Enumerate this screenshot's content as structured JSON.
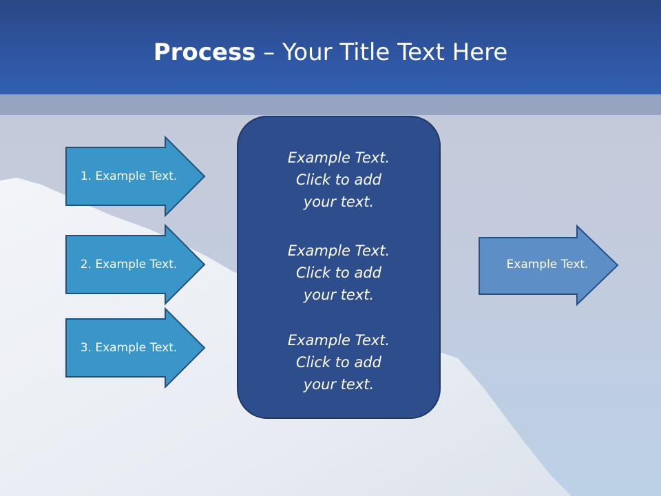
{
  "slide": {
    "title_bold": "Process",
    "title_rest": " – Your Title Text Here",
    "left_arrows": [
      {
        "label": "1. Example Text."
      },
      {
        "label": "2. Example Text."
      },
      {
        "label": "3. Example Text."
      }
    ],
    "center_box": {
      "blocks": [
        {
          "text": "Example Text.\nClick  to add\nyour text."
        },
        {
          "text": "Example Text.\nClick  to add\nyour text."
        },
        {
          "text": "Example Text.\nClick  to add\nyour text."
        }
      ]
    },
    "right_arrow": {
      "label": "Example Text."
    },
    "colors": {
      "header": "#2f56a3",
      "left_arrow_fill": "#3a95c9",
      "right_arrow_fill": "#5d8fc6",
      "center_box_fill": "#2d4d8c"
    }
  }
}
